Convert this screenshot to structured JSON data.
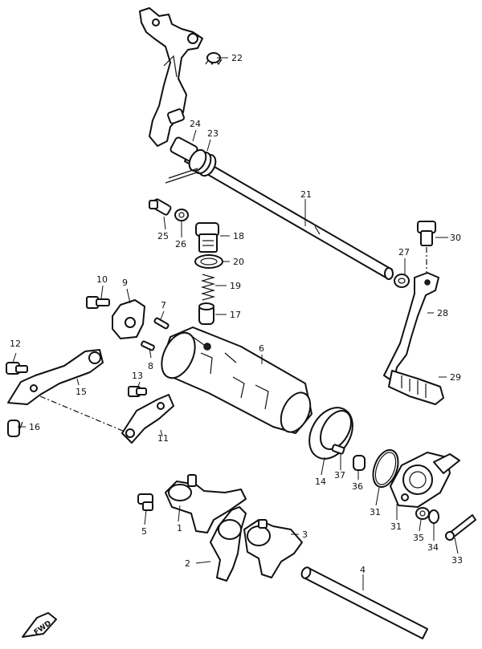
{
  "fwd_label": "FWD",
  "callouts": [
    "1",
    "2",
    "3",
    "4",
    "5",
    "6",
    "7",
    "8",
    "9",
    "10",
    "11",
    "12",
    "13",
    "14",
    "15",
    "16",
    "17",
    "18",
    "19",
    "20",
    "21",
    "22",
    "23",
    "24",
    "25",
    "26",
    "27",
    "28",
    "29",
    "30",
    "31",
    "33",
    "34",
    "35",
    "36",
    "37"
  ]
}
